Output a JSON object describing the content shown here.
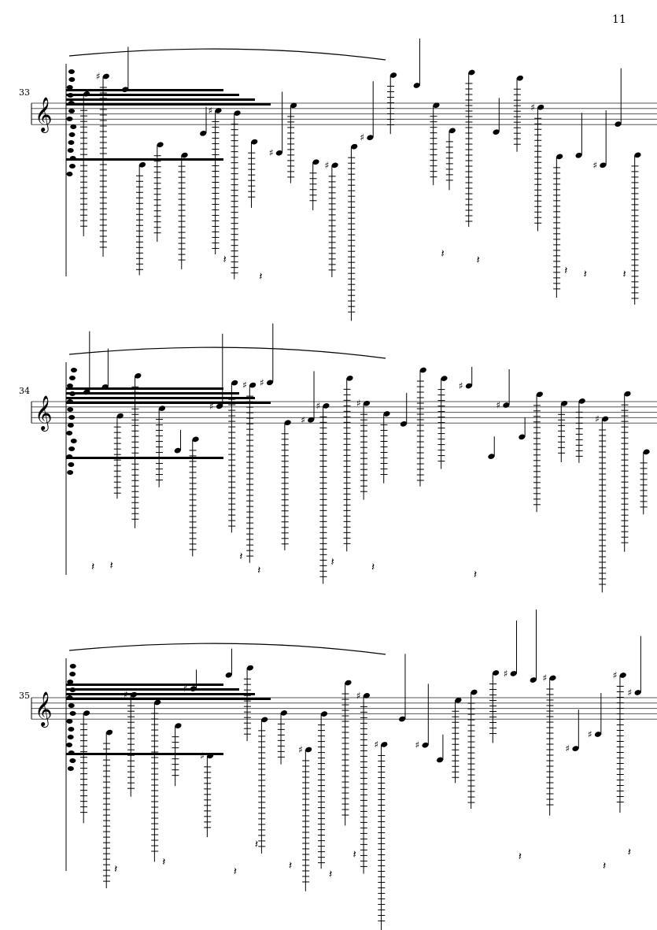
{
  "page": {
    "number": "11"
  },
  "systems": [
    {
      "measure_number": "33"
    },
    {
      "measure_number": "34"
    },
    {
      "measure_number": "35"
    }
  ],
  "colors": {
    "ink": "#000000",
    "staff_line": "#555555"
  }
}
